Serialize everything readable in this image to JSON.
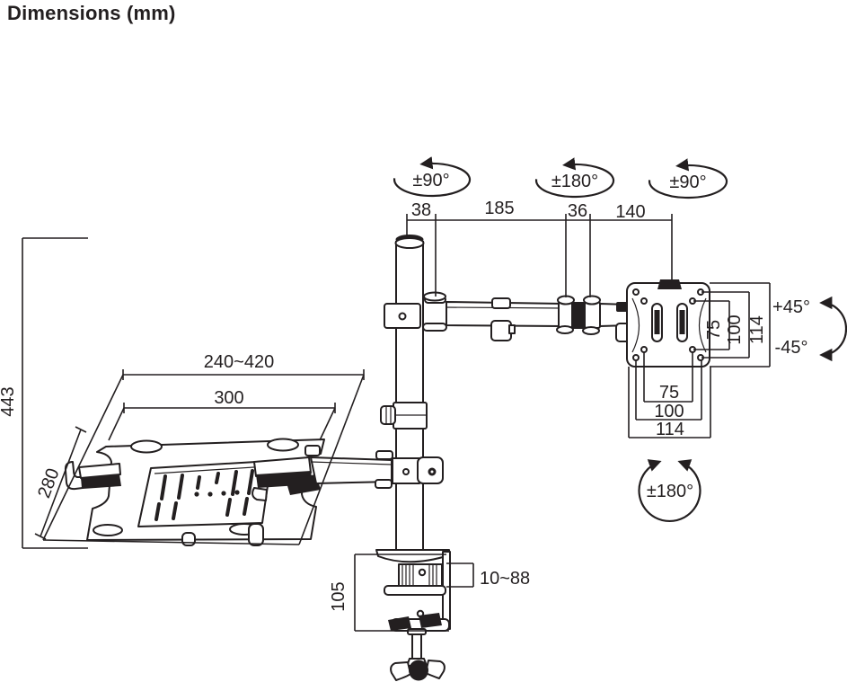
{
  "title": "Dimensions (mm)",
  "rotations": {
    "pole": "±90°",
    "elbow": "±180°",
    "vesa_joint": "±90°",
    "vesa_swivel": "±180°",
    "tilt_up": "+45°",
    "tilt_down": "-45°"
  },
  "dims": {
    "pole_to_joint": "38",
    "arm_front": "185",
    "elbow": "36",
    "arm_rear": "140",
    "pole_height": "443",
    "tray_grip_range": "240~420",
    "tray_width": "300",
    "tray_depth": "280",
    "clamp_height": "105",
    "desk_thickness": "10~88"
  },
  "vesa": {
    "vertical": [
      "75",
      "100",
      "114"
    ],
    "horizontal": [
      "75",
      "100",
      "114"
    ]
  }
}
